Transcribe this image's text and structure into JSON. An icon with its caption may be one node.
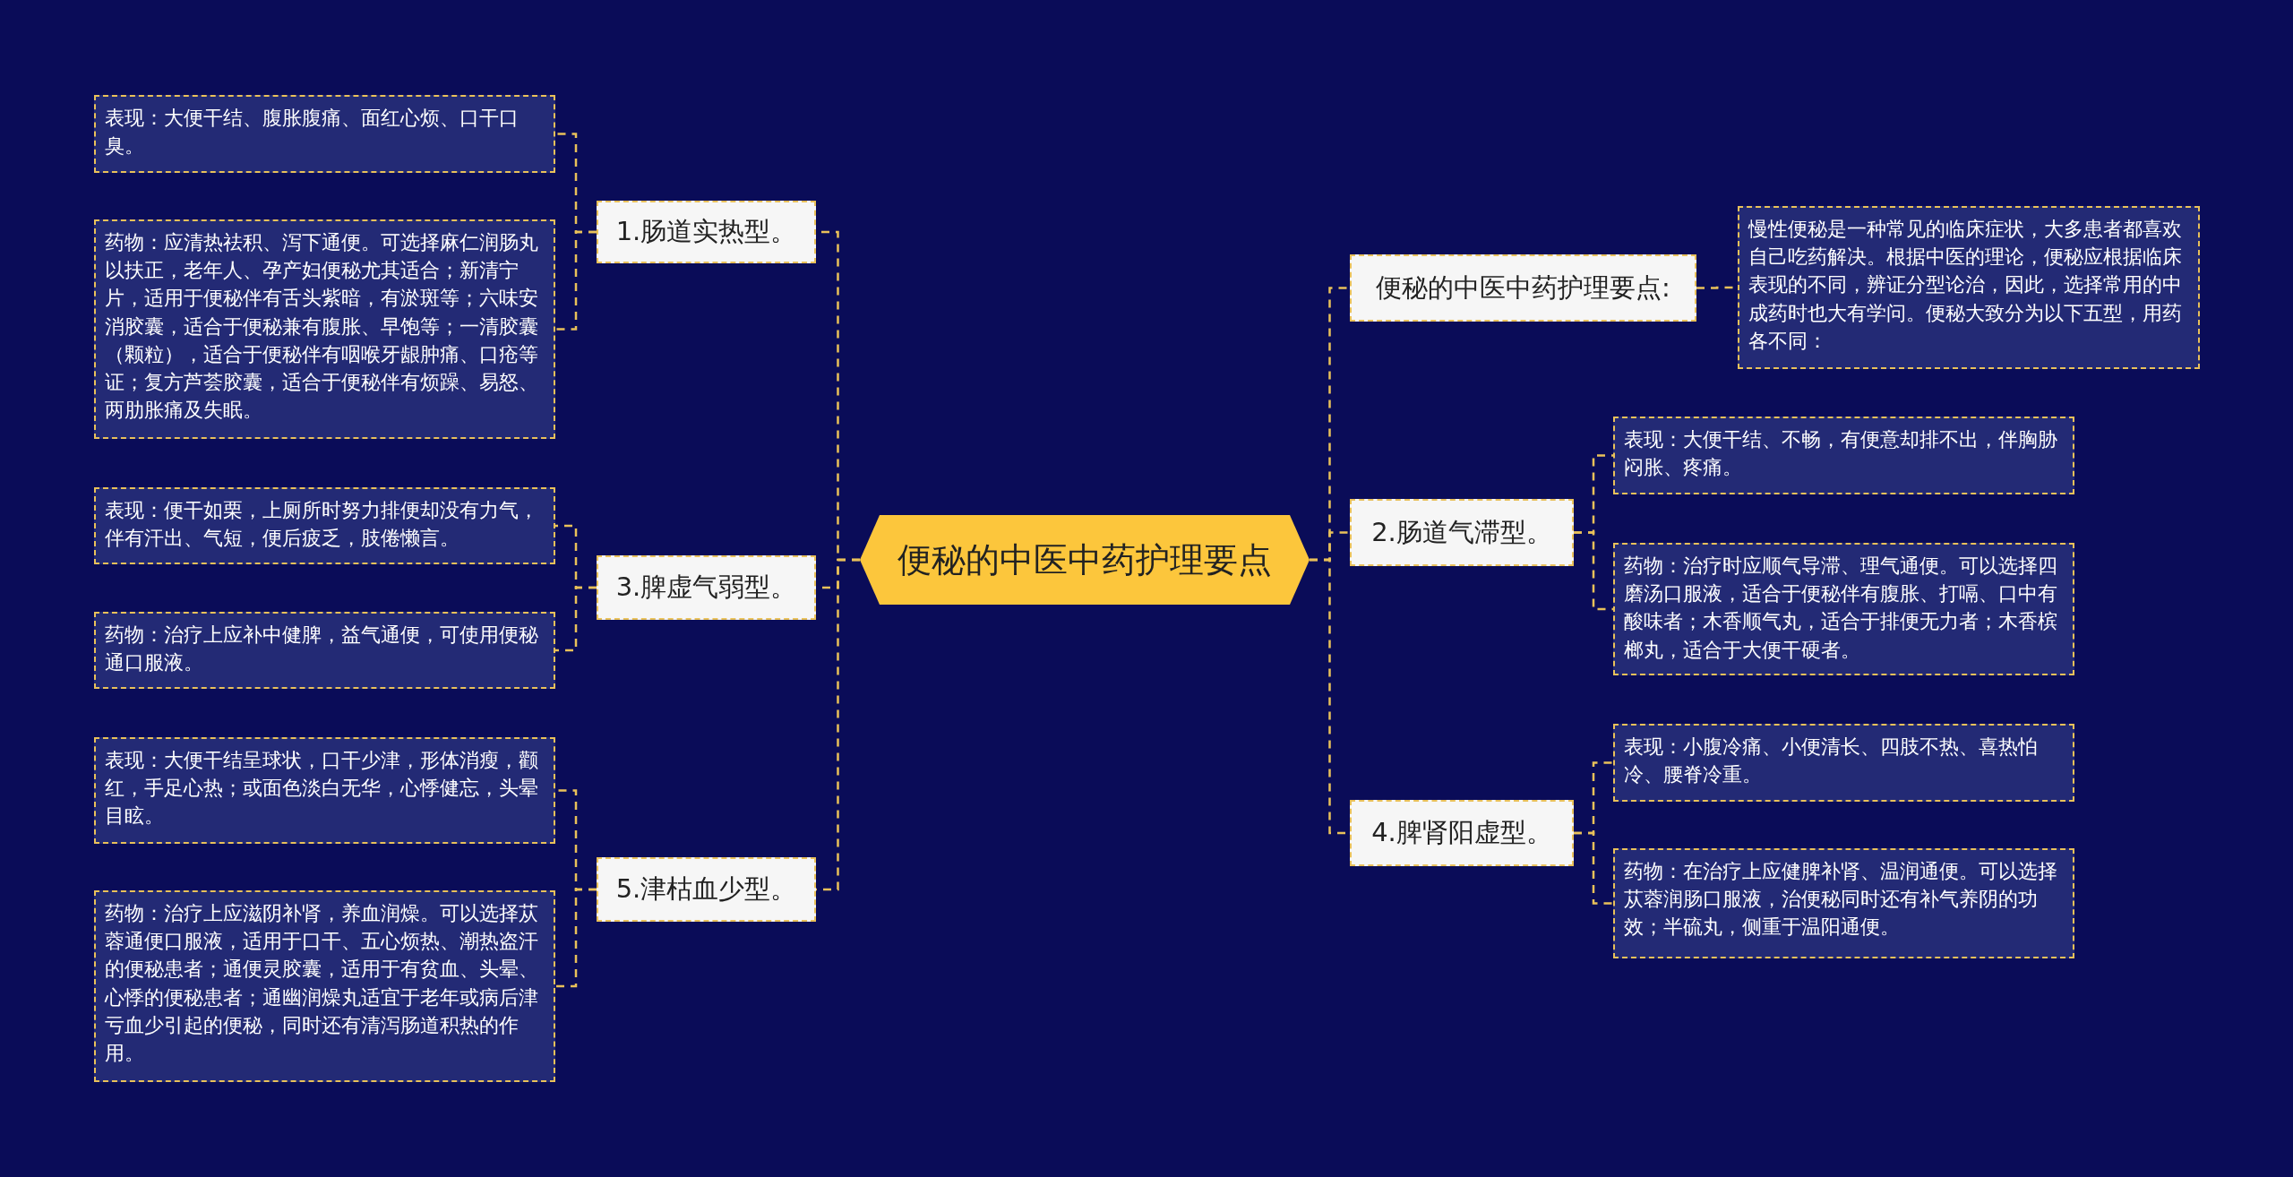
{
  "diagram": {
    "nodes": [
      {
        "text": [
          "便秘的中医中药护理要点"
        ]
      },
      {
        "text": [
          "1.肠道实热型。"
        ]
      },
      {
        "text": [
          "表现：大便干结、腹胀腹痛、面红心烦、口干口臭。"
        ]
      },
      {
        "text": [
          "药物：应清热祛积、泻下通便。可选择麻仁润肠丸以扶正，老年人、孕产妇便秘尤其适合；新清宁片，适用于便秘伴有舌头紫暗，有淤斑等；六味安消胶囊，适合于便秘兼有腹胀、早饱等；一清胶囊（颗粒），适合于便秘伴有咽喉牙龈肿痛、口疮等证；复方芦荟胶囊，适合于便秘伴有烦躁、易怒、两肋胀痛及失眠。"
        ]
      },
      {
        "text": [
          "3.脾虚气弱型。"
        ]
      },
      {
        "text": [
          "表现：便干如栗，上厕所时努力排便却没有力气，伴有汗出、气短，便后疲乏，肢倦懒言。"
        ]
      },
      {
        "text": [
          "药物：治疗上应补中健脾，益气通便，可使用便秘通口服液。"
        ]
      },
      {
        "text": [
          "5.津枯血少型。"
        ]
      },
      {
        "text": [
          "表现：大便干结呈球状，口干少津，形体消瘦，颧红，手足心热；或面色淡白无华，心悸健忘，头晕目眩。"
        ]
      },
      {
        "text": [
          "药物：治疗上应滋阴补肾，养血润燥。可以选择苁蓉通便口服液，适用于口干、五心烦热、潮热盗汗的便秘患者；通便灵胶囊，适用于有贫血、头晕、心悸的便秘患者；通幽润燥丸适宜于老年或病后津亏血少引起的便秘，同时还有清泻肠道积热的作用。"
        ]
      },
      {
        "text": [
          "便秘的中医中药护理要点:"
        ]
      },
      {
        "text": [
          "慢性便秘是一种常见的临床症状，大多患者都喜欢自己吃药解决。根据中医的理论，便秘应根据临床表现的不同，辨证分型论治，因此，选择常用的中成药时也大有学问。便秘大致分为以下五型，用药各不同："
        ]
      },
      {
        "text": [
          "2.肠道气滞型。"
        ]
      },
      {
        "text": [
          "表现：大便干结、不畅，有便意却排不出，伴胸胁闷胀、疼痛。"
        ]
      },
      {
        "text": [
          "药物：治疗时应顺气导滞、理气通便。可以选择四磨汤口服液，适合于便秘伴有腹胀、打嗝、口中有酸味者；木香顺气丸，适合于排便无力者；木香槟榔丸，适合于大便干硬者。"
        ]
      },
      {
        "text": [
          "4.脾肾阳虚型。"
        ]
      },
      {
        "text": [
          "表现：小腹冷痛、小便清长、四肢不热、喜热怕冷、腰脊冷重。"
        ]
      },
      {
        "text": [
          "药物：在治疗上应健脾补肾、温润通便。可以选择苁蓉润肠口服液，治便秘同时还有补气养阴的功效；半硫丸，侧重于温阳通便。"
        ]
      }
    ],
    "edges": [
      {
        "from": 0,
        "to": 1,
        "arrow": "none"
      },
      {
        "from": 1,
        "to": 2,
        "arrow": "none"
      },
      {
        "from": 1,
        "to": 3,
        "arrow": "none"
      },
      {
        "from": 0,
        "to": 4,
        "arrow": "none"
      },
      {
        "from": 4,
        "to": 5,
        "arrow": "none"
      },
      {
        "from": 4,
        "to": 6,
        "arrow": "none"
      },
      {
        "from": 0,
        "to": 7,
        "arrow": "none"
      },
      {
        "from": 7,
        "to": 8,
        "arrow": "none"
      },
      {
        "from": 7,
        "to": 9,
        "arrow": "none"
      },
      {
        "from": 0,
        "to": 10,
        "arrow": "none"
      },
      {
        "from": 10,
        "to": 11,
        "arrow": "none"
      },
      {
        "from": 0,
        "to": 12,
        "arrow": "none"
      },
      {
        "from": 12,
        "to": 13,
        "arrow": "none"
      },
      {
        "from": 12,
        "to": 14,
        "arrow": "none"
      },
      {
        "from": 0,
        "to": 15,
        "arrow": "none"
      },
      {
        "from": 15,
        "to": 16,
        "arrow": "none"
      },
      {
        "from": 15,
        "to": 17,
        "arrow": "none"
      }
    ]
  }
}
